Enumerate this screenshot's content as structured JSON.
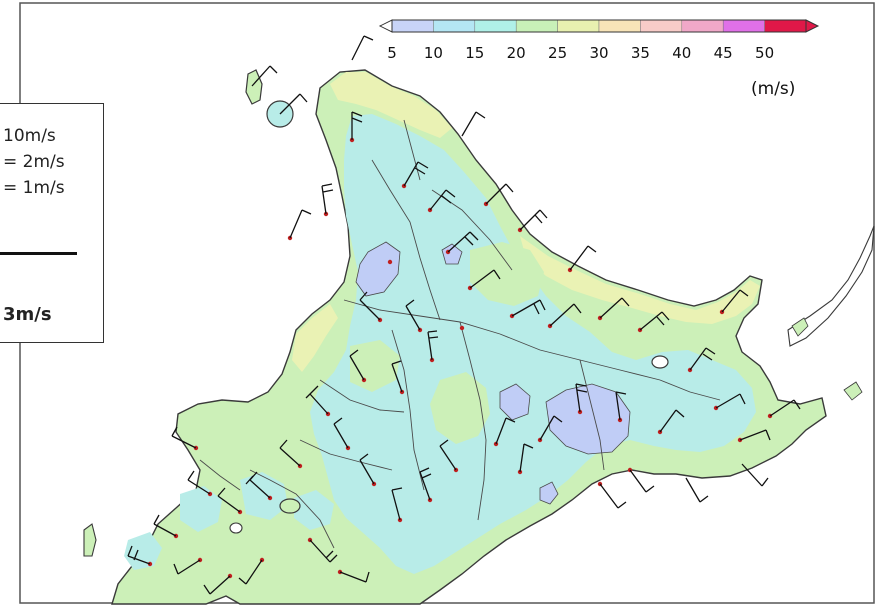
{
  "legend": {
    "lines": [
      "10m/s",
      "= 2m/s",
      "= 1m/s"
    ],
    "scale_label": "3m/s"
  },
  "colorbar": {
    "ticks": [
      "5",
      "10",
      "15",
      "20",
      "25",
      "30",
      "35",
      "40",
      "45",
      "50"
    ],
    "unit": "(m/s)",
    "colors": [
      "#c8d4f8",
      "#b4e6f4",
      "#b0f0e8",
      "#c8f0b8",
      "#e8f0b0",
      "#f8e4b8",
      "#f8ccc8",
      "#f0a8c8",
      "#e070e8",
      "#e01848"
    ]
  },
  "map": {
    "land_colors": {
      "band_10_15": "#b8ece8",
      "band_15_20": "#ccf0b8",
      "band_20_25": "#eaf2b4",
      "band_5_10": "#c0cdf6",
      "coast_line": "#3a3a3a",
      "border_line": "#4a4a4a",
      "station": "#c02020"
    }
  }
}
